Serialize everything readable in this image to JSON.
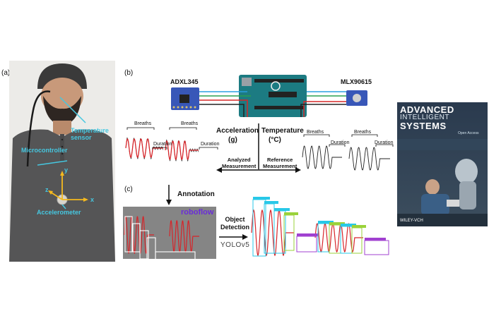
{
  "panel_a": {
    "letter": "(a)",
    "labels": {
      "temperature_sensor": "Temperature\nsensor",
      "microcontroller": "Microcontroller",
      "accelerometer": "Accelerometer",
      "axis_x": "x",
      "axis_y": "y",
      "axis_z": "z"
    }
  },
  "panel_b": {
    "letter": "(b)",
    "adxl": "ADXL345",
    "mlx": "MLX90615",
    "acc_title": "Acceleration",
    "acc_unit": "(g)",
    "temp_title": "Temperature",
    "temp_unit": "(°C)",
    "left_breaths_1": "Breaths",
    "left_breaths_2": "Breaths",
    "left_duration_1": "Duration",
    "left_duration_2": "Duration",
    "right_breaths_1": "Breaths",
    "right_breaths_2": "Breaths",
    "right_duration_1": "Duration",
    "right_duration_2": "Duration",
    "analyzed": "Analyzed\nMeasurement",
    "reference": "Reference\nMeasurement"
  },
  "panel_c": {
    "letter": "(c)",
    "annotation": "Annotation",
    "roboflow": "roboflow",
    "object_detection": "Object\nDetection",
    "yolo": "YOLOv5"
  },
  "cover": {
    "title_line1": "ADVANCED",
    "title_line2": "INTELLIGENT",
    "title_line3": "SYSTEMS",
    "open_access": "Open Access",
    "publisher": "WILEY-VCH"
  },
  "colors": {
    "accent_cyan": "#46c7e0",
    "signal_red": "#d6252a",
    "annotation_magenta": "#e8308a",
    "detection_purple": "#a040d0",
    "detection_green": "#9ad23a",
    "detection_cyan": "#28c8e8"
  }
}
